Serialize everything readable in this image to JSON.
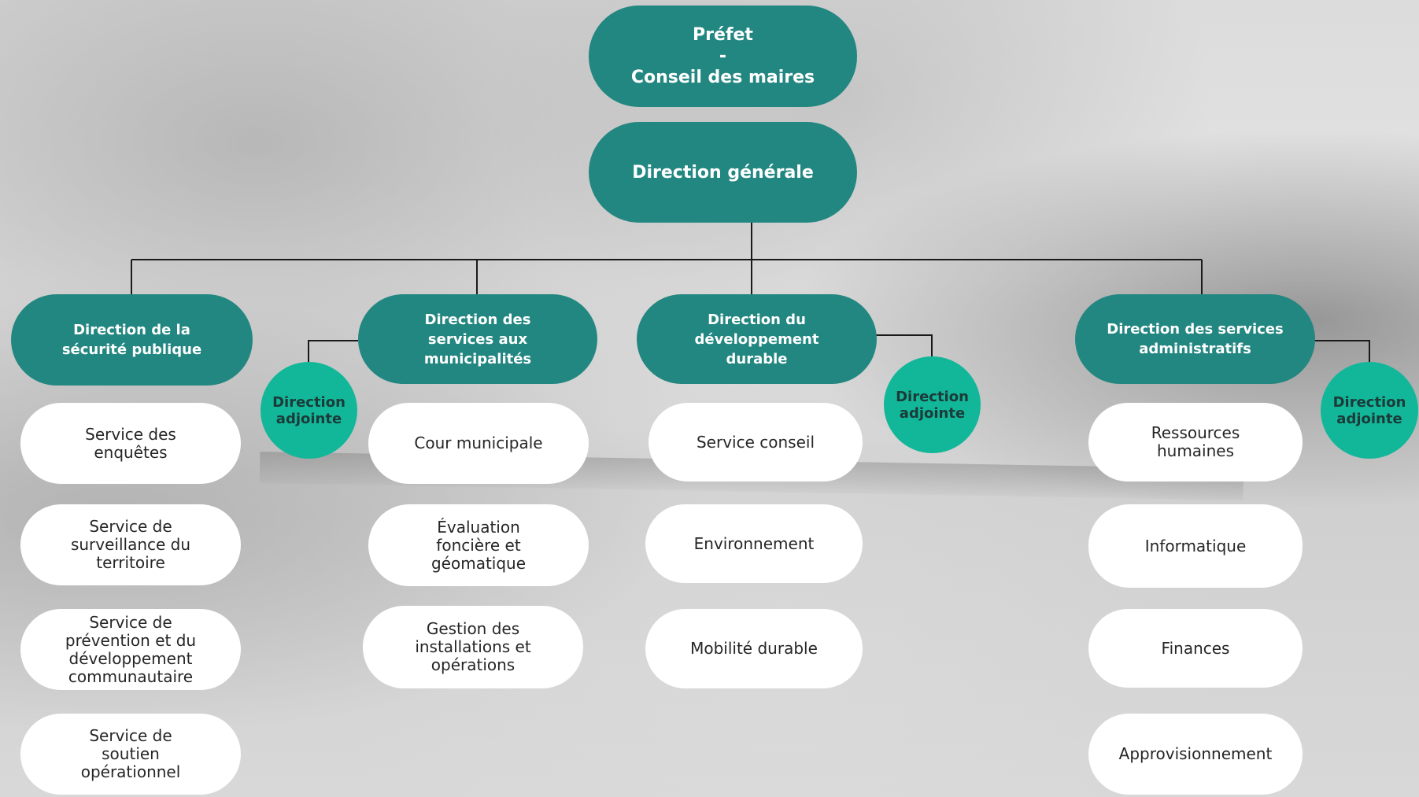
{
  "org_chart": {
    "prefet": "Préfet\n-\nConseil des maires",
    "direction_generale": "Direction générale",
    "directions": [
      {
        "title": "Direction de la\nsécurité publique",
        "services": [
          "Service des\nenquêtes",
          "Service de\nsurveillance du\nterritoire",
          "Service de\nprévention et du\ndéveloppement\ncommunautaire",
          "Service de\nsoutien\nopérationnel"
        ]
      },
      {
        "title": "Direction des\nservices aux\nmunicipalités",
        "adjointe": "Direction\nadjointe",
        "services": [
          "Cour municipale",
          "Évaluation\nfoncière et\ngéomatique",
          "Gestion des\ninstallations et\nopérations"
        ]
      },
      {
        "title": "Direction du\ndéveloppement\ndurable",
        "adjointe": "Direction\nadjointe",
        "services": [
          "Service conseil",
          "Environnement",
          "Mobilité durable"
        ]
      },
      {
        "title": "Direction des services\nadministratifs",
        "adjointe": "Direction\nadjointe",
        "services": [
          "Ressources\nhumaines",
          "Informatique",
          "Finances",
          "Approvisionnement"
        ]
      }
    ]
  },
  "colors": {
    "primary_teal": "#238781",
    "adjointe_teal": "#12b79a",
    "connector": "#1a1a1a",
    "service_bg": "#ffffff"
  }
}
